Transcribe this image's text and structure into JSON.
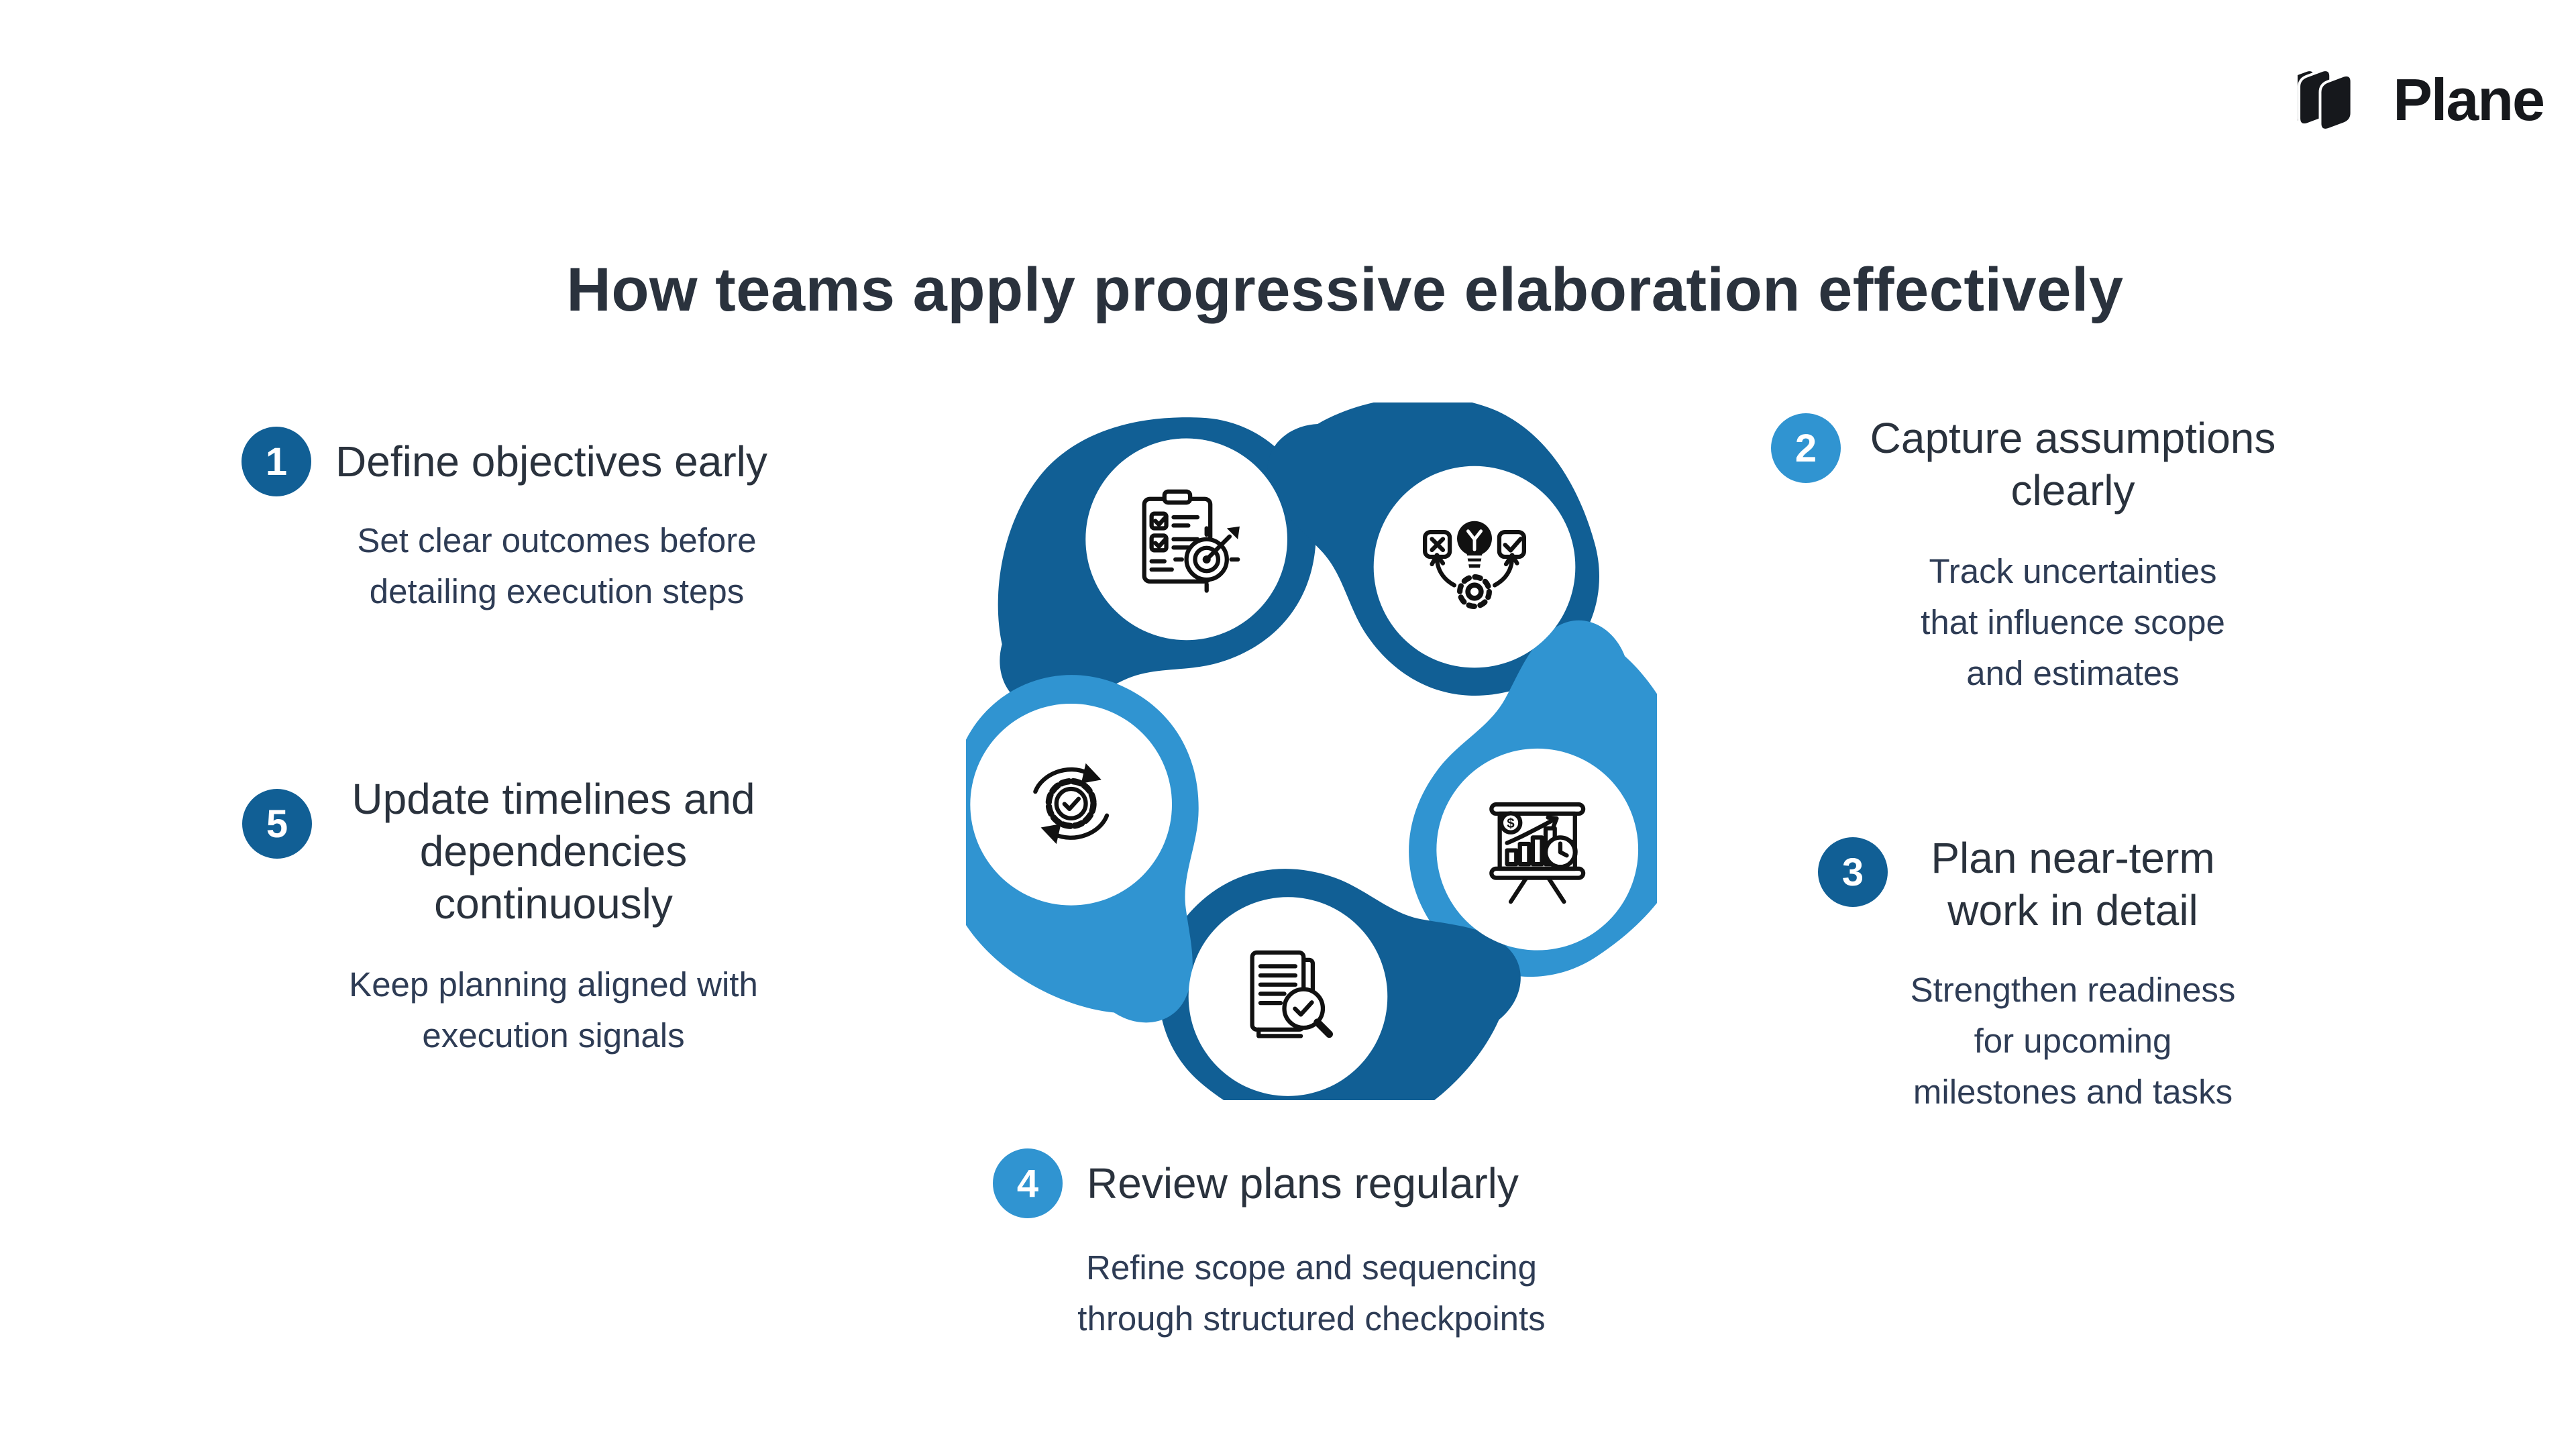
{
  "logo": {
    "text": "Plane"
  },
  "title": "How teams apply progressive elaboration effectively",
  "colors": {
    "dark_blue": "#115f95",
    "light_blue": "#3094d1",
    "heading_text": "#2a323d",
    "body_text": "#2e3c55",
    "icon_ink": "#111111",
    "background": "#ffffff"
  },
  "steps": [
    {
      "number": "1",
      "badge": "dark",
      "title": "Define objectives early",
      "description": "Set clear outcomes before\ndetailing execution steps",
      "icon": "clipboard-checklist-target-icon"
    },
    {
      "number": "2",
      "badge": "light",
      "title": "Capture assumptions\nclearly",
      "description": "Track uncertainties\nthat influence scope\nand estimates",
      "icon": "decision-lightbulb-gear-icon"
    },
    {
      "number": "3",
      "badge": "dark",
      "title": "Plan near-term\nwork in detail",
      "description": "Strengthen readiness\nfor upcoming\nmilestones and tasks",
      "icon": "presentation-growth-chart-icon"
    },
    {
      "number": "4",
      "badge": "light",
      "title": "Review plans regularly",
      "description": "Refine scope and sequencing\nthrough structured checkpoints",
      "icon": "document-review-magnifier-icon"
    },
    {
      "number": "5",
      "badge": "dark",
      "title": "Update timelines and\ndependencies\ncontinuously",
      "description": "Keep planning aligned with\nexecution signals",
      "icon": "continuous-cycle-check-icon"
    }
  ],
  "diagram": {
    "glyphs": {
      "dollar": "$"
    }
  }
}
